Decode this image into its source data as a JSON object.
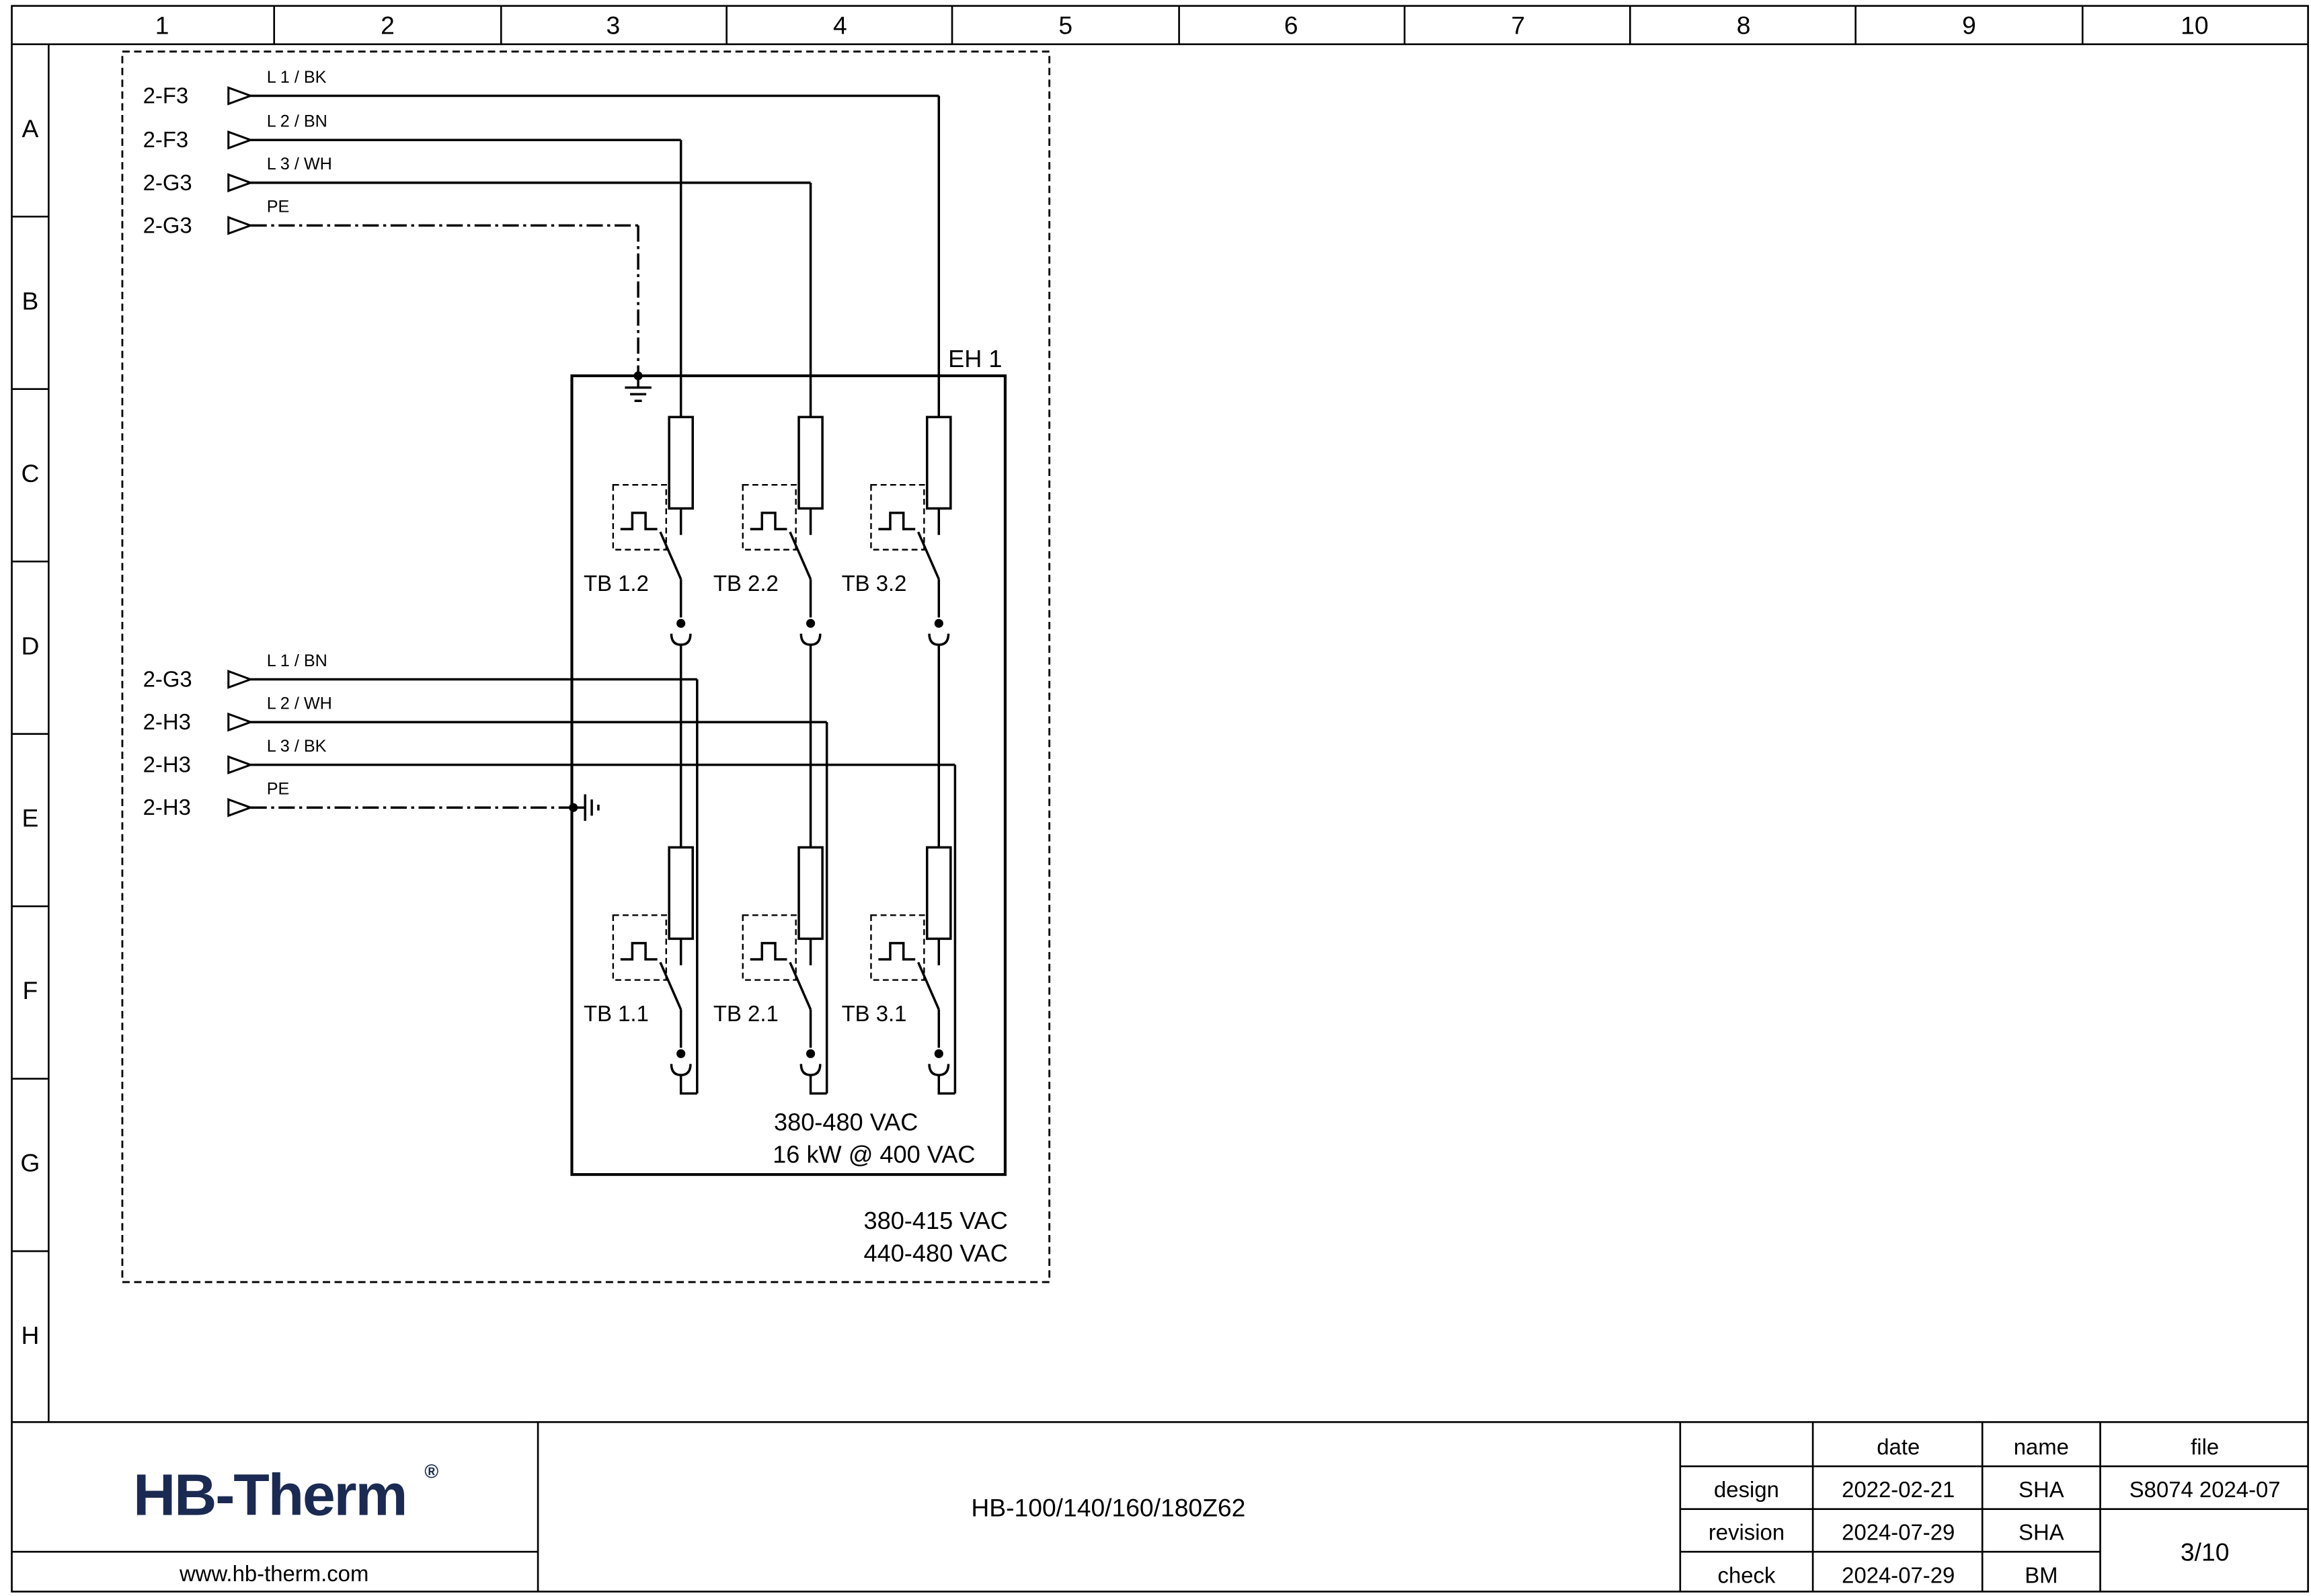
{
  "colors": {
    "background": "#ffffff",
    "line": "#000000",
    "logo": "#1b2a52"
  },
  "frame": {
    "columns": [
      "1",
      "2",
      "3",
      "4",
      "5",
      "6",
      "7",
      "8",
      "9",
      "10"
    ],
    "rows": [
      "A",
      "B",
      "C",
      "D",
      "E",
      "F",
      "G",
      "H"
    ]
  },
  "schematic": {
    "heater_label": "EH 1",
    "feeds_top": [
      {
        "ref": "2-F3",
        "wire": "L 1 / BK"
      },
      {
        "ref": "2-F3",
        "wire": "L 2 / BN"
      },
      {
        "ref": "2-G3",
        "wire": "L 3 / WH"
      },
      {
        "ref": "2-G3",
        "wire": "PE"
      }
    ],
    "feeds_bottom": [
      {
        "ref": "2-G3",
        "wire": "L 1 / BN"
      },
      {
        "ref": "2-H3",
        "wire": "L 2 / WH"
      },
      {
        "ref": "2-H3",
        "wire": "L 3 / BK"
      },
      {
        "ref": "2-H3",
        "wire": "PE"
      }
    ],
    "terminals_top": [
      "TB 1.2",
      "TB 2.2",
      "TB 3.2"
    ],
    "terminals_bottom": [
      "TB 1.1",
      "TB 2.1",
      "TB 3.1"
    ],
    "rating": [
      "380-480 VAC",
      "16 kW @ 400 VAC"
    ],
    "supply_voltages": [
      "380-415 VAC",
      "440-480 VAC"
    ]
  },
  "title_block": {
    "logo": "HB-Therm",
    "logo_reg": "®",
    "website": "www.hb-therm.com",
    "drawing_title": "HB-100/140/160/180Z62",
    "col_date": "date",
    "col_name": "name",
    "col_file": "file",
    "rows": [
      {
        "label": "design",
        "date": "2022-02-21",
        "name": "SHA"
      },
      {
        "label": "revision",
        "date": "2024-07-29",
        "name": "SHA"
      },
      {
        "label": "check",
        "date": "2024-07-29",
        "name": "BM"
      }
    ],
    "file_value": "S8074 2024-07",
    "page": "3/10"
  }
}
